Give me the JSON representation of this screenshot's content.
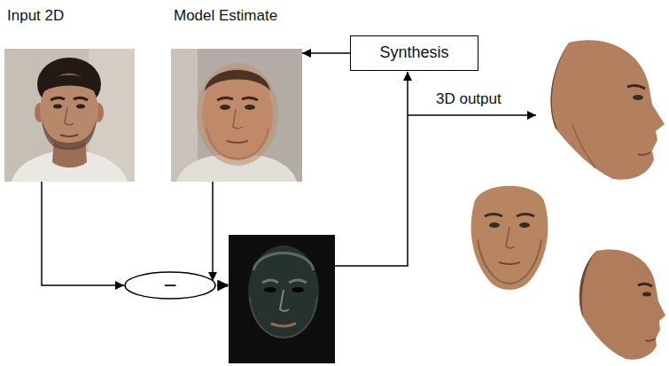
{
  "diagram": {
    "nodes": [
      {
        "text": [
          "Input 2D"
        ]
      },
      {
        "text": [
          "Model Estimate"
        ]
      },
      {
        "text": [
          "Synthesis"
        ]
      },
      {
        "text": [
          "−"
        ]
      }
    ],
    "edges": [
      {
        "from": 2,
        "to": 1,
        "arrow": "to"
      },
      {
        "from": 0,
        "to": 3,
        "arrow": "to"
      },
      {
        "from": 1,
        "to": 3,
        "arrow": "to"
      }
    ],
    "labels": [
      "3D output"
    ]
  }
}
